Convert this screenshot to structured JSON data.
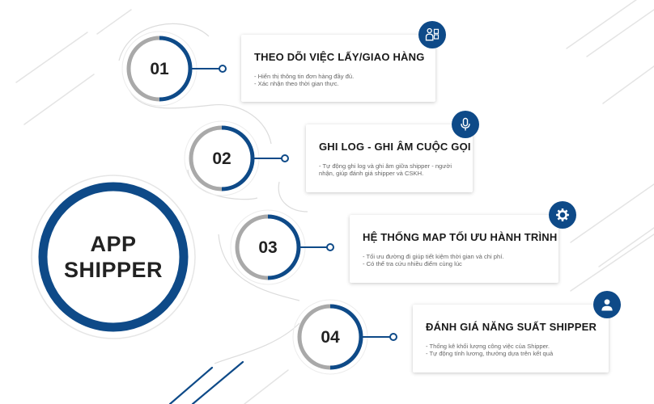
{
  "app": {
    "line1": "APP",
    "line2": "SHIPPER"
  },
  "colors": {
    "primary": "#0e4a88",
    "ring_gray": "#a9a9a9",
    "line_gray": "#dcdcdc"
  },
  "steps": [
    {
      "number": "01",
      "title": "THEO DÕI VIỆC LẤY/GIAO HÀNG",
      "icon": "shipper-tracking-icon",
      "details": [
        "- Hiển thị thông tin đơn hàng đầy đủ.",
        "- Xác nhận theo thời gian thực."
      ]
    },
    {
      "number": "02",
      "title": "GHI LOG - GHI ÂM CUỘC GỌI",
      "icon": "microphone-icon",
      "details": [
        "- Tự động ghi log và ghi âm giữa shipper - người nhận, giúp đánh giá shipper và CSKH."
      ]
    },
    {
      "number": "03",
      "title": "HỆ THỐNG MAP TỐI ƯU HÀNH TRÌNH",
      "icon": "gear-icon",
      "details": [
        "- Tối ưu đường đi giúp tiết kiệm thời gian và chi phí.",
        "- Có thể tra cứu nhiều điểm cùng lúc"
      ]
    },
    {
      "number": "04",
      "title": "ĐÁNH GIÁ NĂNG SUẤT SHIPPER",
      "icon": "user-icon",
      "details": [
        "- Thống kê khối lượng công việc của Shipper.",
        "- Tự động tính lương, thưởng dựa trên kết quả"
      ]
    }
  ]
}
